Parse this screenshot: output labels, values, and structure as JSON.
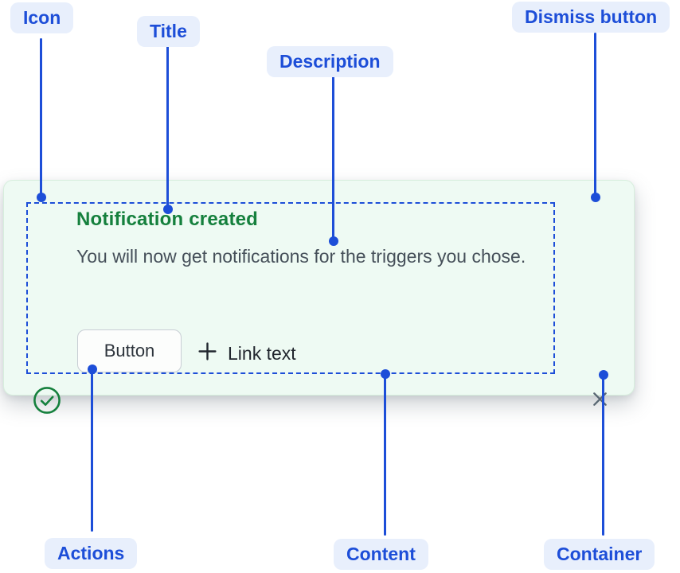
{
  "annotations": {
    "icon": "Icon",
    "title": "Title",
    "description": "Description",
    "dismiss_button": "Dismiss button",
    "actions": "Actions",
    "content": "Content",
    "container": "Container"
  },
  "flag": {
    "title": "Notification created",
    "description": "You will now get notifications for the triggers you chose.",
    "actions": {
      "button": "Button",
      "link": "Link text"
    },
    "icons": {
      "status": "check-circle-icon",
      "dismiss": "close-icon",
      "link_prefix": "plus-icon"
    }
  },
  "colors": {
    "annotation_blue": "#1d4ed8",
    "pill_bg": "#e8effc",
    "success_green": "#15803d",
    "card_bg": "#eefaf3",
    "card_border": "#d7eedd",
    "body_text": "#454f59",
    "dismiss_gray": "#596773",
    "button_text": "#2d343c",
    "button_border": "#c8cdd4",
    "button_bg": "#fcfdfc",
    "link_text": "#21262e"
  }
}
